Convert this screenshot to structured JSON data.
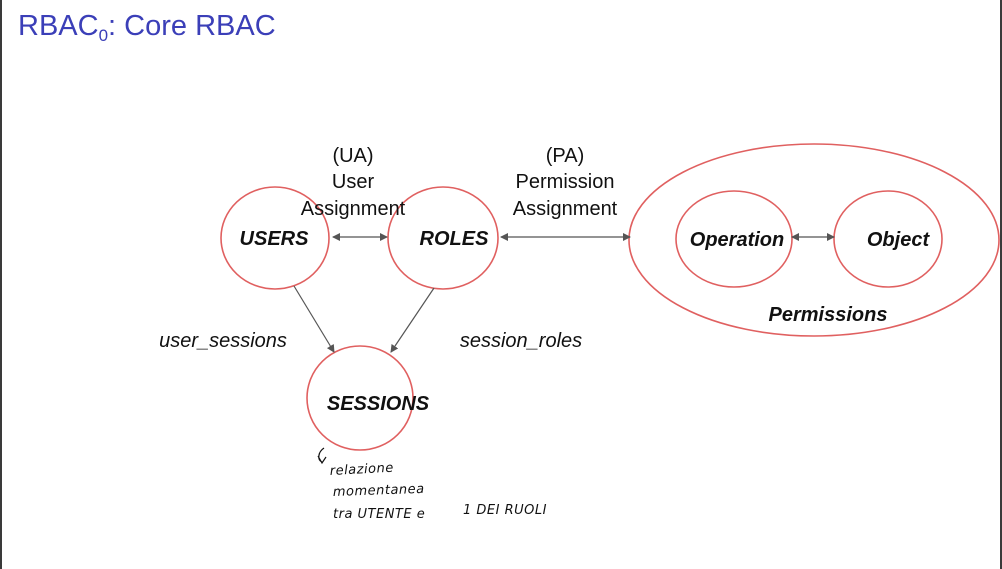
{
  "title": {
    "main": "RBAC",
    "subscript": "0",
    "suffix": ": Core RBAC"
  },
  "colors": {
    "title": "#3b3fb8",
    "ellipse": "#e06060",
    "arrow": "#555555",
    "text": "#111111"
  },
  "nodes": {
    "users": "USERS",
    "roles": "ROLES",
    "sessions": "SESSIONS",
    "operation": "Operation",
    "object": "Object",
    "permissions": "Permissions"
  },
  "edges": {
    "ua_line1": "(UA)",
    "ua_line2": "User",
    "ua_line3": "Assignment",
    "pa_line1": "(PA)",
    "pa_line2": "Permission",
    "pa_line3": "Assignment",
    "user_sessions": "user_sessions",
    "session_roles": "session_roles"
  },
  "handwritten_note": {
    "line1": "relazione",
    "line2": "momentanea",
    "line3": "tra UTENTE e",
    "line4": "1 DEI RUOLI"
  }
}
